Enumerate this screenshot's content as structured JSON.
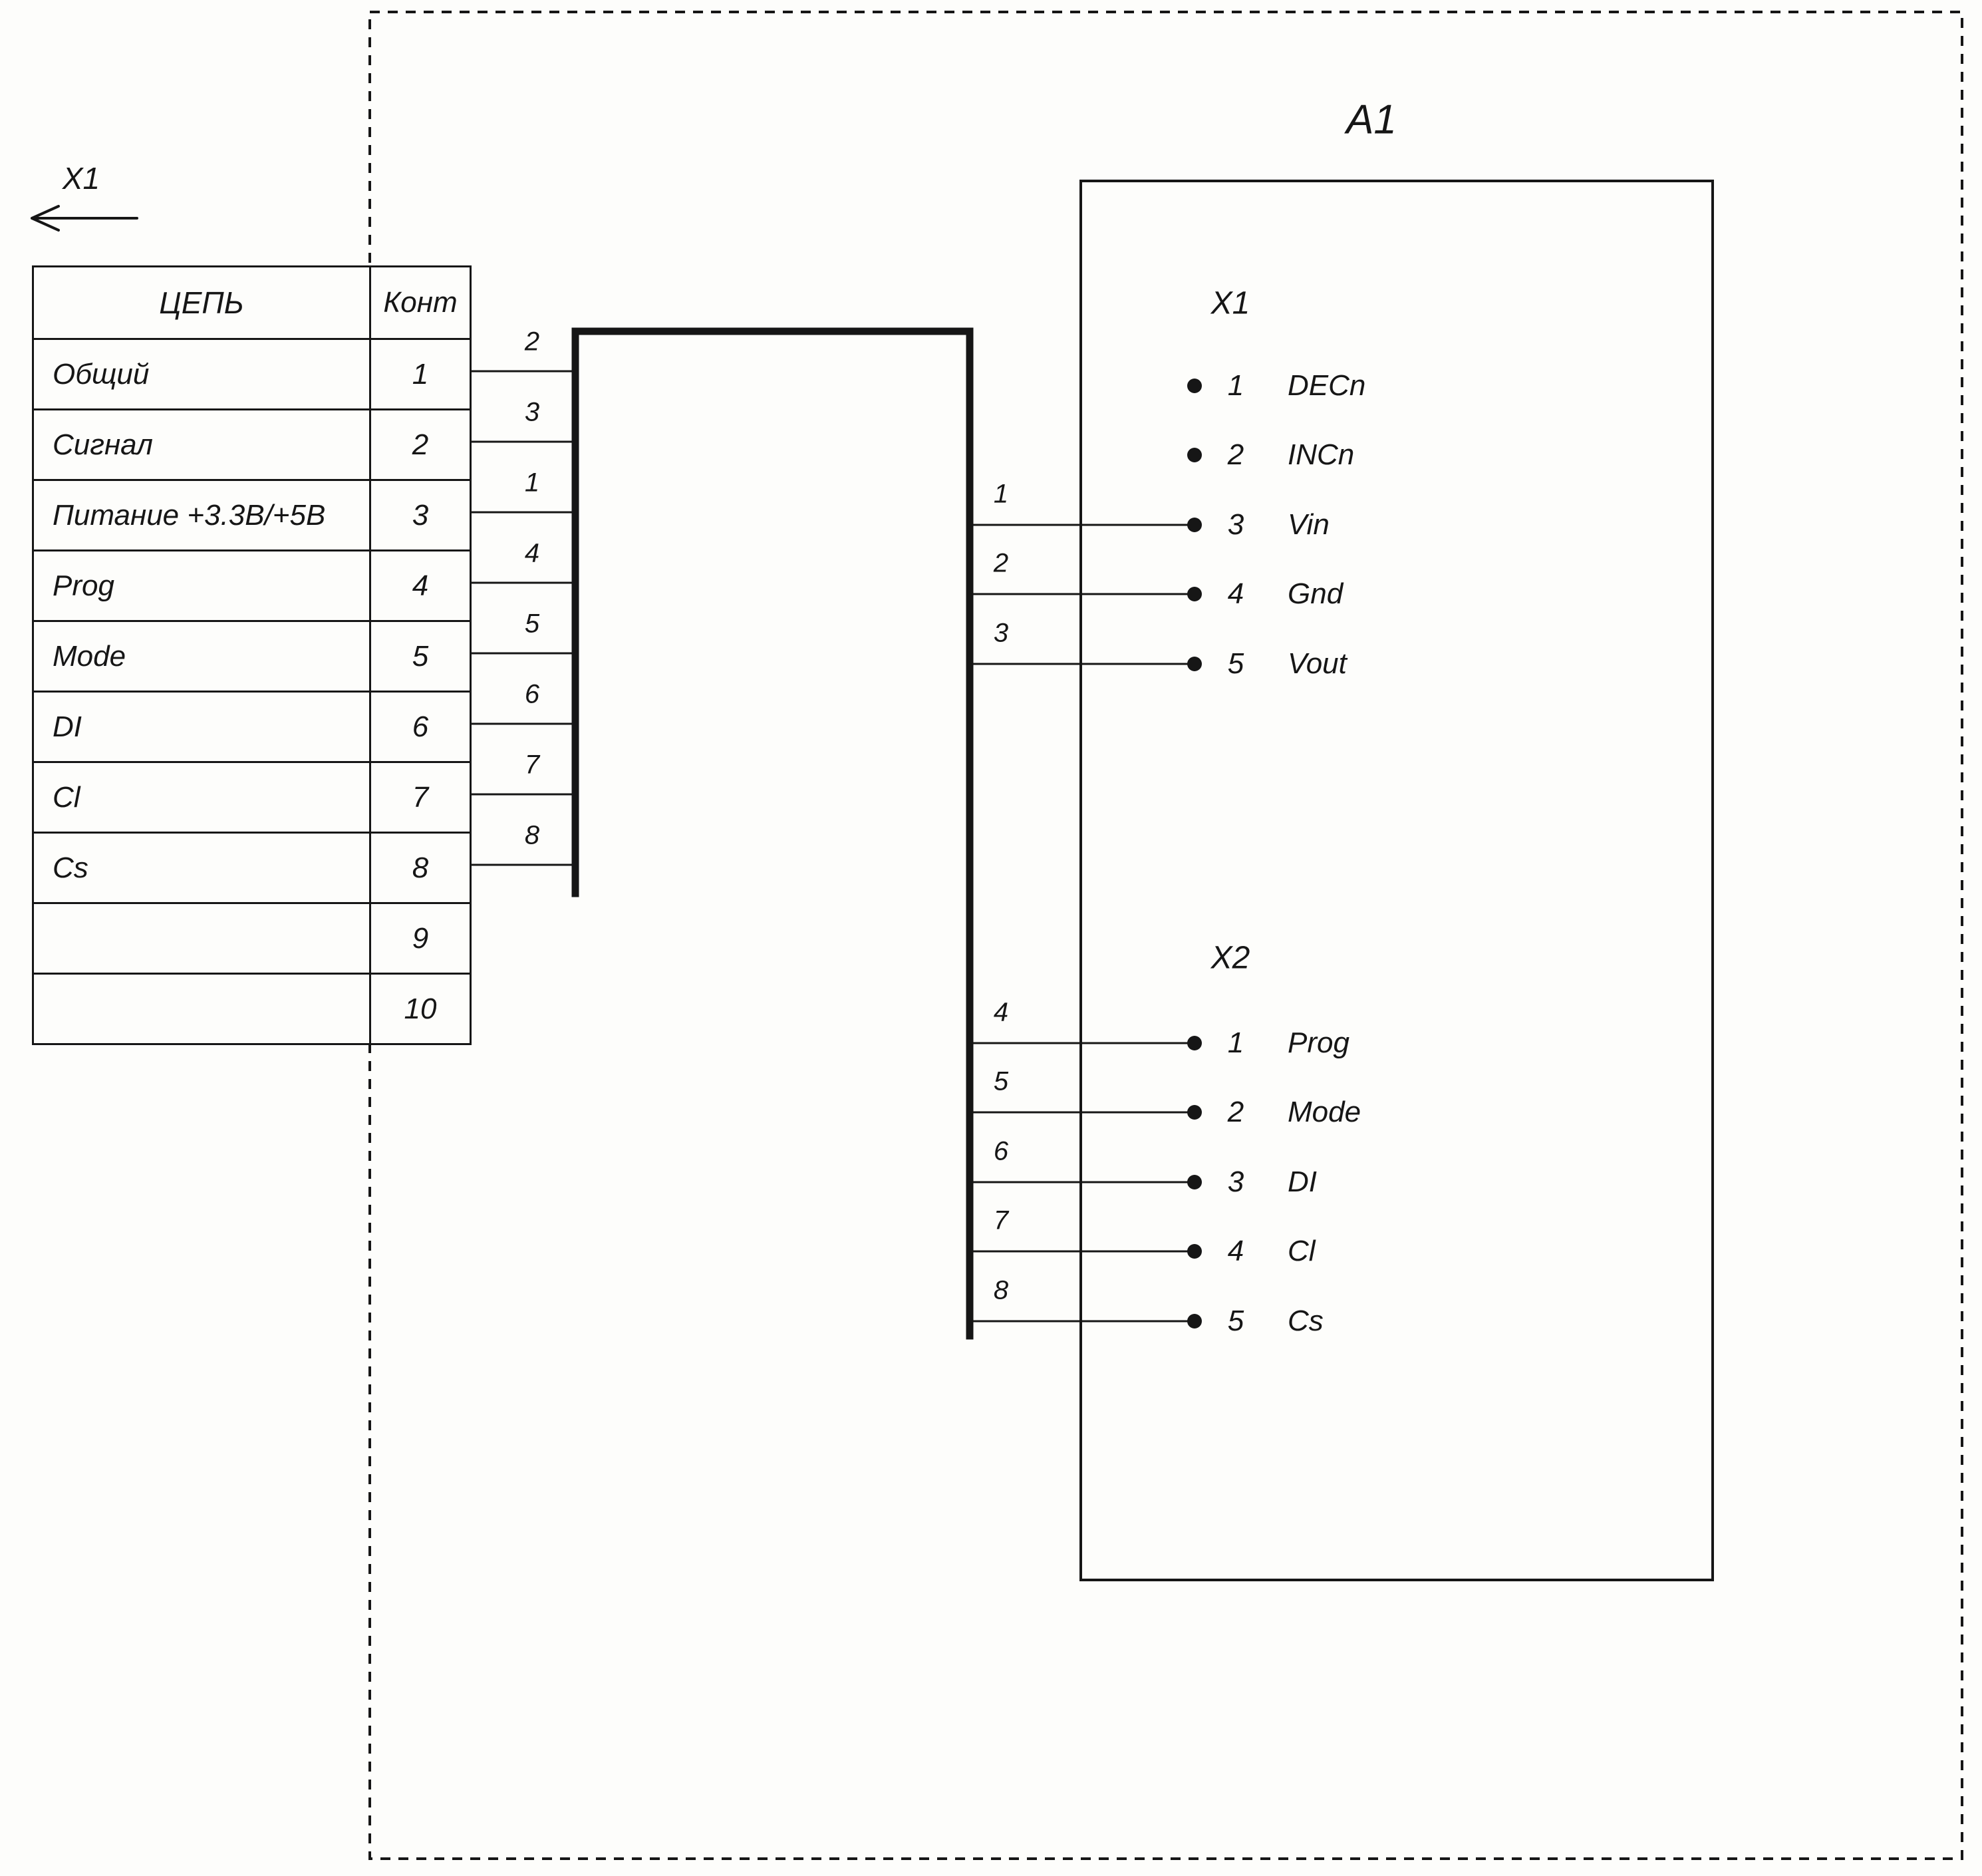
{
  "colors": {
    "ink": "#161616",
    "paper": "#fdfdfb"
  },
  "cable": {
    "designator": "X1"
  },
  "table": {
    "headers": {
      "circuit": "ЦЕПЬ",
      "pin": "Конт"
    },
    "rows": [
      {
        "circuit": "Общий",
        "pin": "1"
      },
      {
        "circuit": "Сигнал",
        "pin": "2"
      },
      {
        "circuit": "Питание +3.3В/+5В",
        "pin": "3"
      },
      {
        "circuit": "Prog",
        "pin": "4"
      },
      {
        "circuit": "Mode",
        "pin": "5"
      },
      {
        "circuit": "DI",
        "pin": "6"
      },
      {
        "circuit": "Cl",
        "pin": "7"
      },
      {
        "circuit": "Cs",
        "pin": "8"
      },
      {
        "circuit": "",
        "pin": "9"
      },
      {
        "circuit": "",
        "pin": "10"
      }
    ]
  },
  "wires": {
    "left_labels": [
      "2",
      "3",
      "1",
      "4",
      "5",
      "6",
      "7",
      "8"
    ],
    "right_labels": [
      "1",
      "2",
      "3",
      "4",
      "5",
      "6",
      "7",
      "8"
    ]
  },
  "module": {
    "designator": "A1",
    "connectors": [
      {
        "label": "X1",
        "pins": [
          {
            "num": "1",
            "name": "DECn"
          },
          {
            "num": "2",
            "name": "INCn"
          },
          {
            "num": "3",
            "name": "Vin"
          },
          {
            "num": "4",
            "name": "Gnd"
          },
          {
            "num": "5",
            "name": "Vout"
          }
        ]
      },
      {
        "label": "X2",
        "pins": [
          {
            "num": "1",
            "name": "Prog"
          },
          {
            "num": "2",
            "name": "Mode"
          },
          {
            "num": "3",
            "name": "DI"
          },
          {
            "num": "4",
            "name": "Cl"
          },
          {
            "num": "5",
            "name": "Cs"
          }
        ]
      }
    ]
  }
}
